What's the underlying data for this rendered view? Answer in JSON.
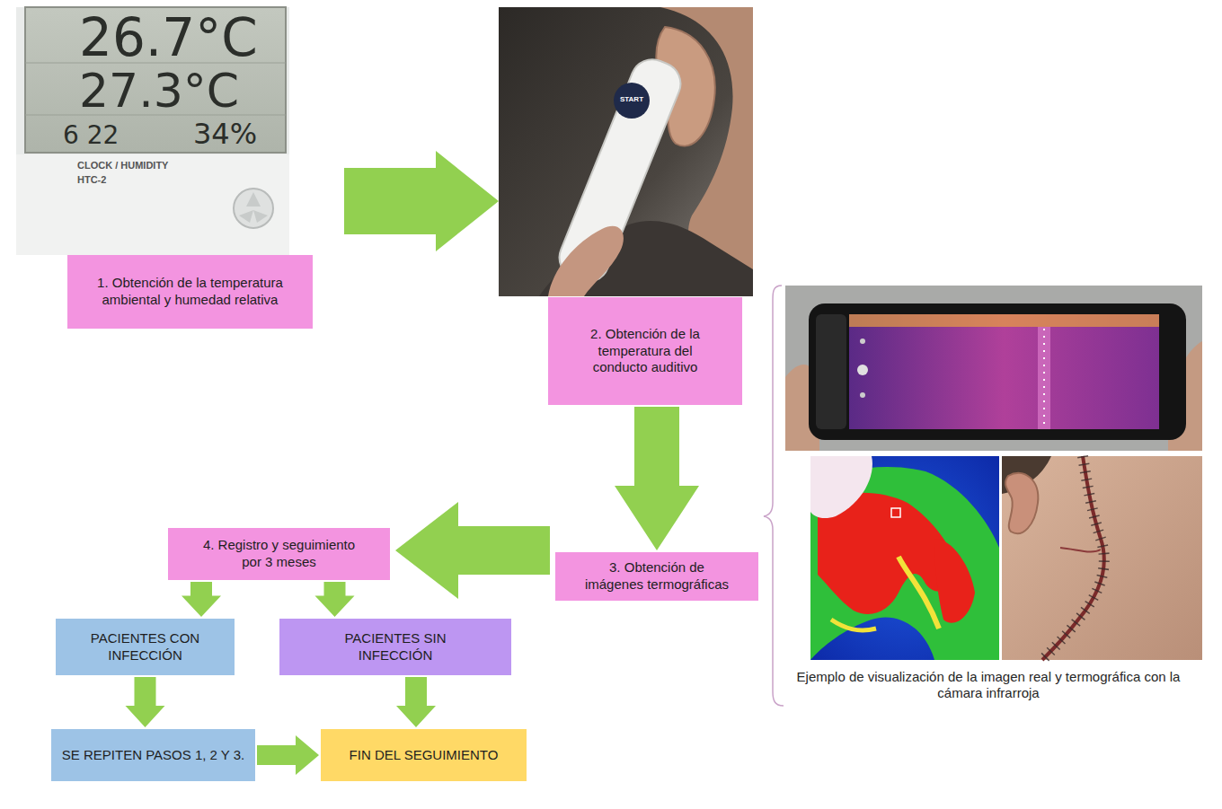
{
  "diagram": {
    "nodes": [
      {
        "text": [
          "1. Obtención de la temperatura ambiental y humedad relativa"
        ]
      },
      {
        "text": [
          "2. Obtención de la temperatura del conducto auditivo"
        ]
      },
      {
        "text": [
          "3. Obtención de imágenes termográficas"
        ]
      },
      {
        "text": [
          "4. Registro y seguimiento por 3 meses"
        ]
      },
      {
        "text": [
          "PACIENTES CON INFECCIÓN"
        ]
      },
      {
        "text": [
          "PACIENTES SIN INFECCIÓN"
        ]
      },
      {
        "text": [
          "SE REPITEN PASOS 1, 2 Y 3."
        ]
      },
      {
        "text": [
          "FIN DEL SEGUIMIENTO"
        ]
      }
    ],
    "edges": [
      {
        "from": 0,
        "to": 1,
        "arrow": "to"
      },
      {
        "from": 1,
        "to": 2,
        "arrow": "to"
      },
      {
        "from": 2,
        "to": 3,
        "arrow": "to"
      },
      {
        "from": 3,
        "to": 4,
        "arrow": "to"
      },
      {
        "from": 3,
        "to": 5,
        "arrow": "to"
      },
      {
        "from": 4,
        "to": 6,
        "arrow": "to"
      },
      {
        "from": 5,
        "to": 7,
        "arrow": "to"
      },
      {
        "from": 6,
        "to": 7,
        "arrow": "to"
      }
    ],
    "labels": [
      "Ejemplo de visualización de la imagen real y termográfica con la cámara infrarroja",
      "26.7°C",
      "27.3°C",
      "6 22",
      "34%",
      "CLOCK / HUMIDITY",
      "HTC-2",
      "START"
    ]
  }
}
